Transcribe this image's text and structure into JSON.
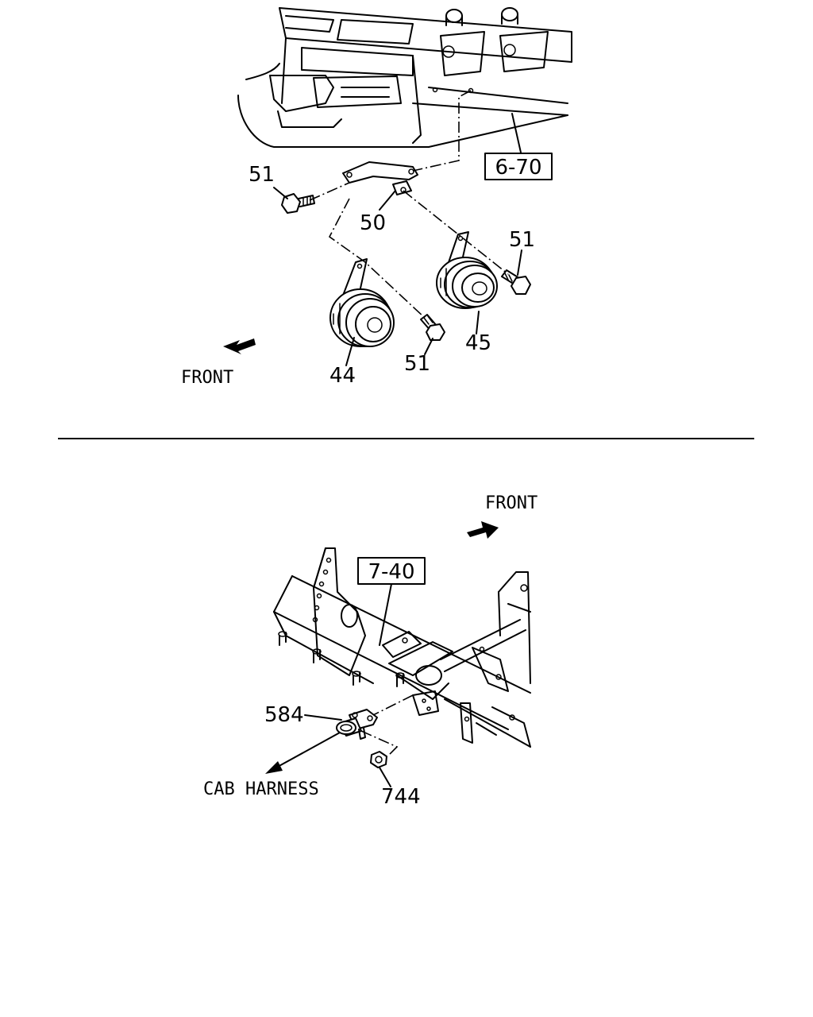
{
  "top_section": {
    "front_label": "FRONT",
    "ref_box": "6-70",
    "callouts": {
      "bolt_left": "51",
      "bracket": "50",
      "bolt_right": "51",
      "bolt_middle": "51",
      "horn_low": "44",
      "horn_high": "45"
    }
  },
  "bottom_section": {
    "front_label": "FRONT",
    "ref_box": "7-40",
    "callouts": {
      "connector": "584",
      "nut": "744"
    },
    "cab_harness_label": "CAB HARNESS"
  },
  "colors": {
    "ink": "#000000",
    "paper": "#ffffff"
  }
}
